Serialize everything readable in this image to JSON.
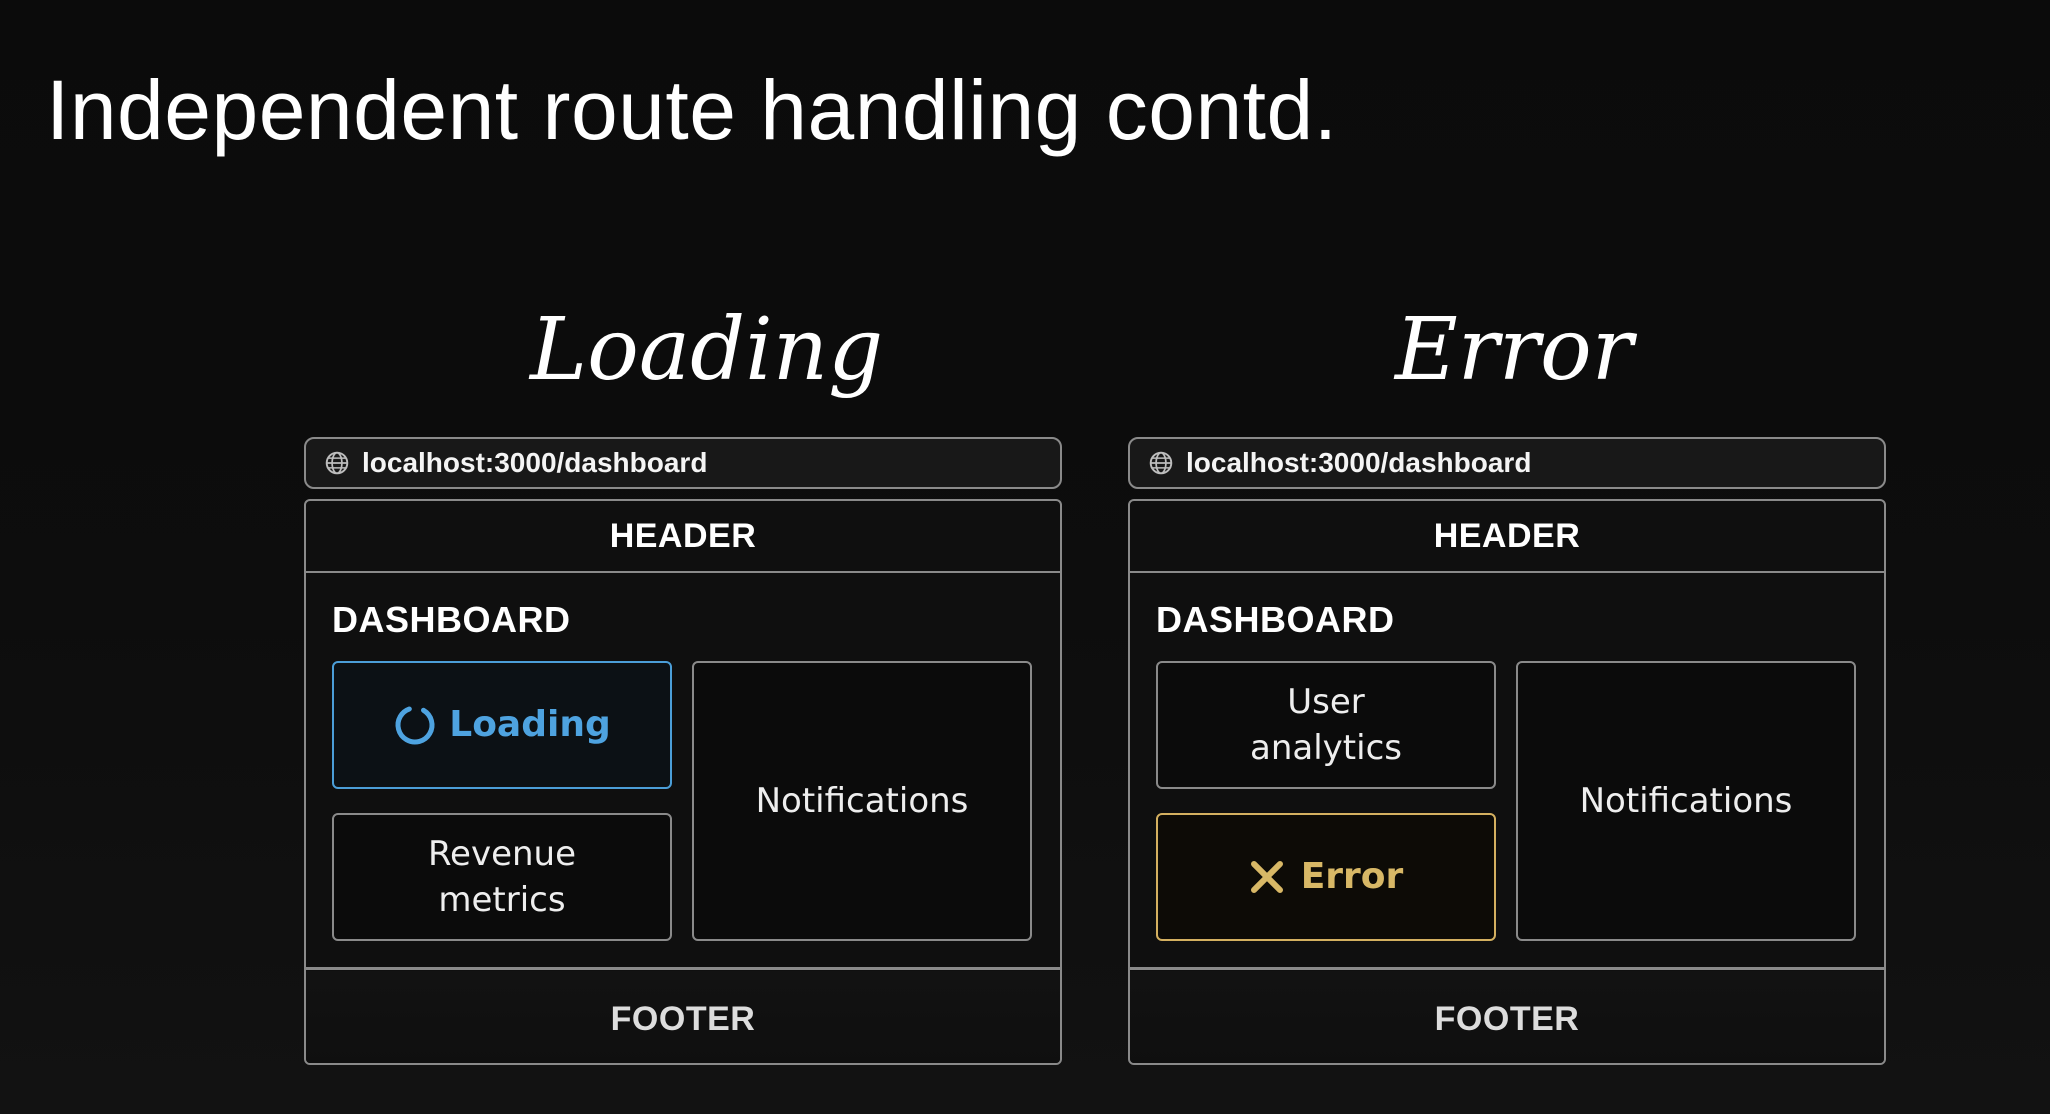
{
  "slide": {
    "title": "Independent route handling contd."
  },
  "loading_panel": {
    "heading": "Loading",
    "url": "localhost:3000/dashboard",
    "header": "HEADER",
    "dashboard": "DASHBOARD",
    "top_left_card": "Loading",
    "bottom_left_card": "Revenue metrics",
    "right_card": "Notifications",
    "footer": "FOOTER"
  },
  "error_panel": {
    "heading": "Error",
    "url": "localhost:3000/dashboard",
    "header": "HEADER",
    "dashboard": "DASHBOARD",
    "top_left_card": "User analytics",
    "bottom_left_card": "Error",
    "right_card": "Notifications",
    "footer": "FOOTER"
  },
  "colors": {
    "loading_accent": "#4ea3e0",
    "error_accent": "#d8b866",
    "border": "#8a8a8a",
    "background": "#0b0b0b"
  },
  "icons": {
    "url": "globe-icon",
    "loading": "spinner-icon",
    "error": "x-mark-icon"
  }
}
